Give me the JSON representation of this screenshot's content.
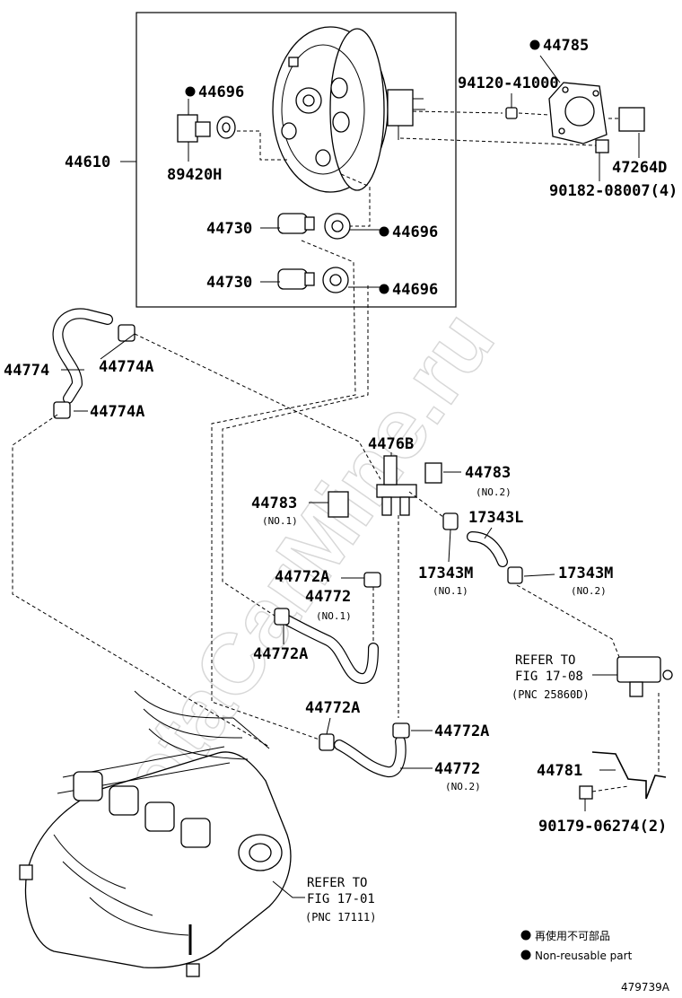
{
  "watermark": "ToyotaCarMine.ru",
  "labels": {
    "p44785": "44785",
    "p94120": "94120-41000",
    "p44696a": "44696",
    "p44610": "44610",
    "p89420": "89420H",
    "p47264": "47264D",
    "p90182": "90182-08007(4)",
    "p44730a": "44730",
    "p44696b": "44696",
    "p44730b": "44730",
    "p44696c": "44696",
    "p44774": "44774",
    "p44774a1": "44774A",
    "p44774a2": "44774A",
    "p4476b": "4476B",
    "p44783r": "44783",
    "p44783r_sub": "(NO.2)",
    "p44783l": "44783",
    "p44783l_sub": "(NO.1)",
    "p17343l": "17343L",
    "p17343m1": "17343M",
    "p17343m1_sub": "(NO.1)",
    "p17343m2": "17343M",
    "p17343m2_sub": "(NO.2)",
    "p44772a1": "44772A",
    "p44772_1": "44772",
    "p44772_1_sub": "(NO.1)",
    "p44772a2": "44772A",
    "p44772a3": "44772A",
    "p44772a4": "44772A",
    "p44772_2": "44772",
    "p44772_2_sub": "(NO.2)",
    "p44781": "44781",
    "p90179": "90179-06274(2)"
  },
  "refs": {
    "ref1_line1": "REFER TO",
    "ref1_line2": "FIG 17-08",
    "ref1_line3": "(PNC 25860D)",
    "ref2_line1": "REFER TO",
    "ref2_line2": "FIG 17-01",
    "ref2_line3": "(PNC 17111)"
  },
  "legend": {
    "jp": "再使用不可部品",
    "en": "Non-reusable part"
  },
  "diagram_id": "479739A"
}
